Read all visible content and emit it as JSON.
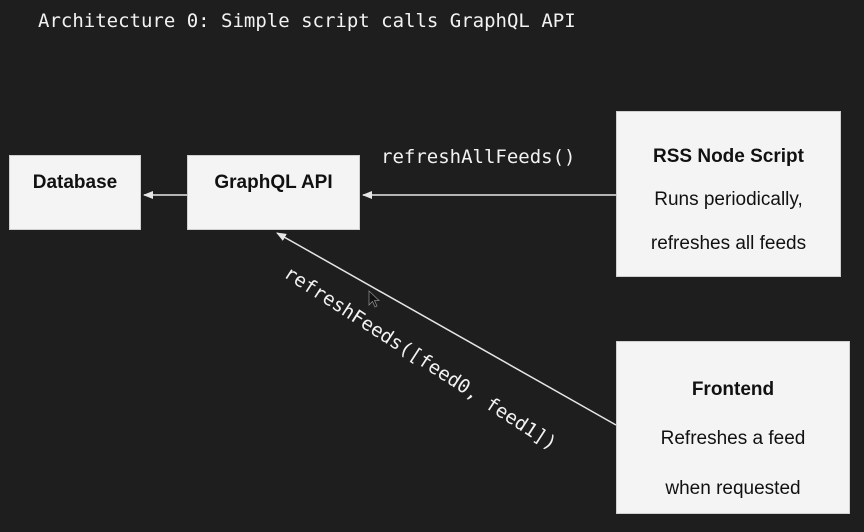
{
  "title": "Architecture 0: Simple script calls GraphQL API",
  "nodes": {
    "database": {
      "name": "Database"
    },
    "graphql_api": {
      "name": "GraphQL API"
    },
    "rss_node_script": {
      "name": "RSS Node Script",
      "description_line1": "Runs periodically,",
      "description_line2": "refreshes all feeds"
    },
    "frontend": {
      "name": "Frontend",
      "description_line1": "Refreshes a feed",
      "description_line2": "when requested"
    }
  },
  "edges": {
    "rss_to_graphql": {
      "label": "refreshAllFeeds()"
    },
    "frontend_to_graphql": {
      "label": "refreshFeeds([feed0, feed1])"
    }
  },
  "colors": {
    "background": "#1e1e1e",
    "box_fill": "#f4f4f4",
    "arrow": "#e6e6e6",
    "text_light": "#f2f2f2"
  }
}
